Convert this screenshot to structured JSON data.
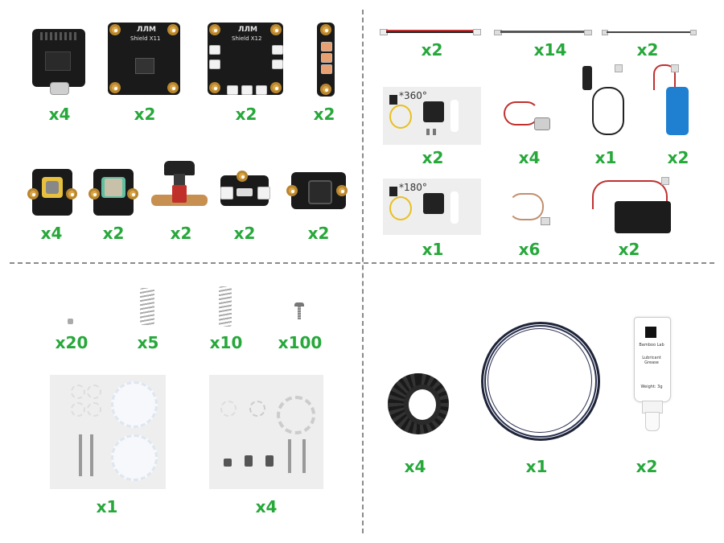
{
  "boards": {
    "shield_x11_label": "Shield X11",
    "shield_x12_label": "Shield X12",
    "logo_text": "ЛЛМ"
  },
  "servo": {
    "angle_360": "*360°",
    "angle_180": "*180°"
  },
  "grease": {
    "brand": "Bamboo Lab",
    "product": "Lubricant Grease",
    "weight": "Weight: 3g"
  },
  "quantities": {
    "dev_board": "x4",
    "shield_x11": "x2",
    "shield_x12": "x2",
    "led_strip": "x2",
    "joystick": "x4",
    "encoder": "x2",
    "slide_switch": "x2",
    "toggle_module": "x2",
    "button_module": "x2",
    "cable_short": "x2",
    "cable_long": "x14",
    "cable_thin": "x2",
    "servo_360": "x2",
    "motor": "x4",
    "usb_charger": "x1",
    "battery": "x2",
    "servo_180": "x1",
    "small_cable": "x6",
    "battery_box": "x2",
    "nut": "x20",
    "spring_short": "x5",
    "spring_long": "x10",
    "screw": "x100",
    "gear_set_a": "x1",
    "gear_set_b": "x4",
    "tire": "x4",
    "wire_coil": "x1",
    "grease_tube": "x2"
  },
  "colors": {
    "quantity_green": "#26a83a",
    "pcb_black": "#1a1a1a",
    "gold": "#d9a64a"
  }
}
